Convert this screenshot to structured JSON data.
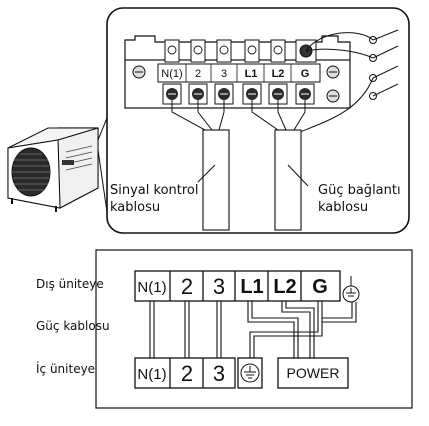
{
  "top_panel": {
    "terminals": [
      "N(1)",
      "2",
      "3",
      "L1",
      "L2",
      "G"
    ],
    "signal_cable_label_line1": "Sinyal kontrol",
    "signal_cable_label_line2": "kablosu",
    "power_cable_label_line1": "Güç bağlantı",
    "power_cable_label_line2": "kablosu"
  },
  "bottom_panel": {
    "outdoor_label": "Dış üniteye",
    "cable_label": "Güç kablosu",
    "indoor_label": "İç üniteye",
    "outdoor_terminals": [
      "N(1)",
      "2",
      "3",
      "L1",
      "L2",
      "G"
    ],
    "indoor_terminals": [
      "N(1)",
      "2",
      "3"
    ],
    "power_label": "POWER",
    "ground_icon": "ground-icon"
  }
}
